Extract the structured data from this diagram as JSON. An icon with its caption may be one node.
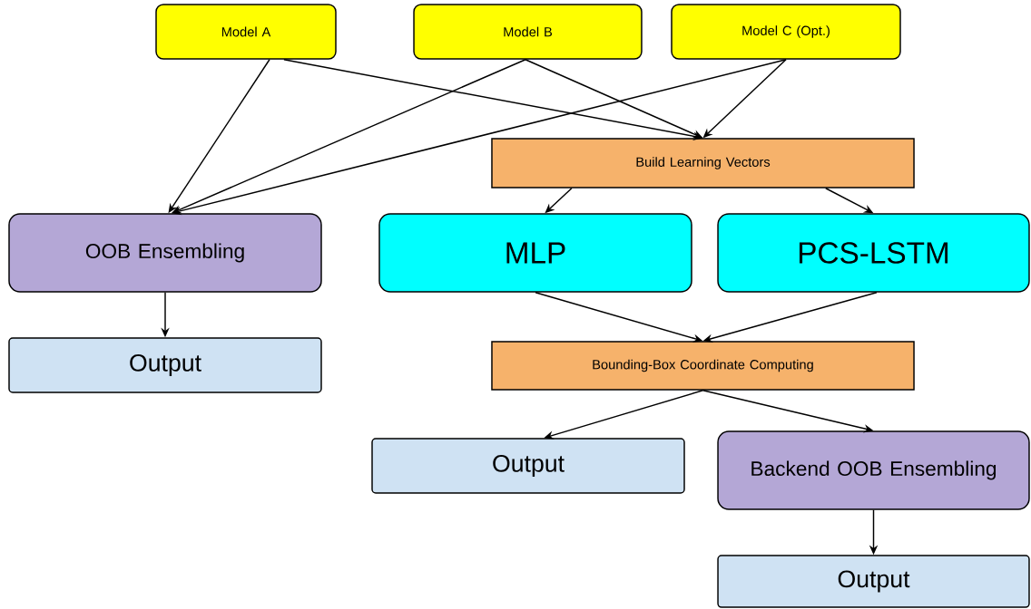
{
  "diagram": {
    "nodes": [
      {
        "text": [
          "Model A"
        ]
      },
      {
        "text": [
          "Model B"
        ]
      },
      {
        "text": [
          "Model C (Opt.)"
        ]
      },
      {
        "text": [
          "Build Learning Vectors"
        ]
      },
      {
        "text": [
          "OOB Ensembling"
        ]
      },
      {
        "text": [
          "MLP"
        ]
      },
      {
        "text": [
          "PCS-LSTM"
        ]
      },
      {
        "text": [
          "Output"
        ]
      },
      {
        "text": [
          "Bounding-Box Coordinate Computing"
        ]
      },
      {
        "text": [
          "Output"
        ]
      },
      {
        "text": [
          "Backend OOB Ensembling"
        ]
      },
      {
        "text": [
          "Output"
        ]
      }
    ],
    "edges": [
      {
        "from": 0,
        "to": 4,
        "arrow": "to"
      },
      {
        "from": 0,
        "to": 3,
        "arrow": "to"
      },
      {
        "from": 1,
        "to": 3,
        "arrow": "to"
      },
      {
        "from": 1,
        "to": 4,
        "arrow": "to"
      },
      {
        "from": 2,
        "to": 3,
        "arrow": "to"
      },
      {
        "from": 2,
        "to": 4,
        "arrow": "to"
      },
      {
        "from": 3,
        "to": 5,
        "arrow": "to"
      },
      {
        "from": 3,
        "to": 6,
        "arrow": "to"
      },
      {
        "from": 4,
        "to": 7,
        "arrow": "to"
      },
      {
        "from": 5,
        "to": 8,
        "arrow": "to"
      },
      {
        "from": 6,
        "to": 8,
        "arrow": "to"
      },
      {
        "from": 8,
        "to": 9,
        "arrow": "to"
      },
      {
        "from": 8,
        "to": 10,
        "arrow": "to"
      },
      {
        "from": 10,
        "to": 11,
        "arrow": "to"
      }
    ]
  }
}
